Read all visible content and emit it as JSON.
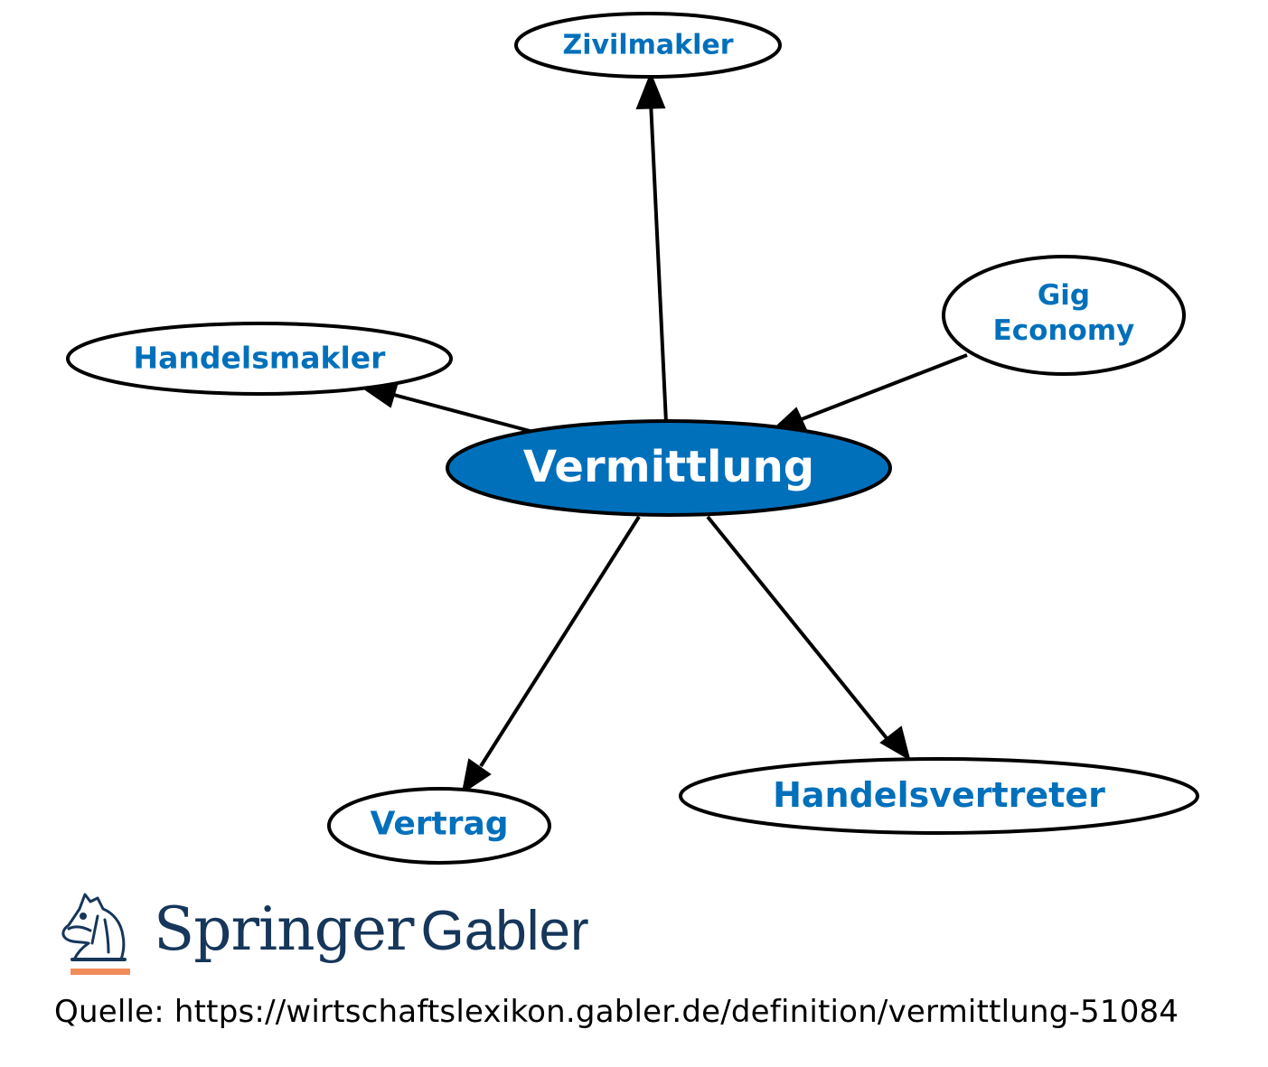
{
  "diagram": {
    "center": {
      "label": "Vermittlung"
    },
    "nodes": {
      "zivilmakler": {
        "label": "Zivilmakler"
      },
      "gig": {
        "label_line1": "Gig",
        "label_line2": "Economy"
      },
      "handelsmakler": {
        "label": "Handelsmakler"
      },
      "vertrag": {
        "label": "Vertrag"
      },
      "handelsvertreter": {
        "label": "Handelsvertreter"
      }
    },
    "colors": {
      "center_fill": "#0070bb",
      "center_text": "#ffffff",
      "node_text": "#0070bb",
      "stroke": "#000000"
    }
  },
  "logo": {
    "brand": "Springer",
    "imprint": "Gabler",
    "icon": "knight-horse-icon",
    "underline_color": "#f08c5a"
  },
  "source": {
    "text": "Quelle: https://wirtschaftslexikon.gabler.de/definition/vermittlung-51084"
  }
}
